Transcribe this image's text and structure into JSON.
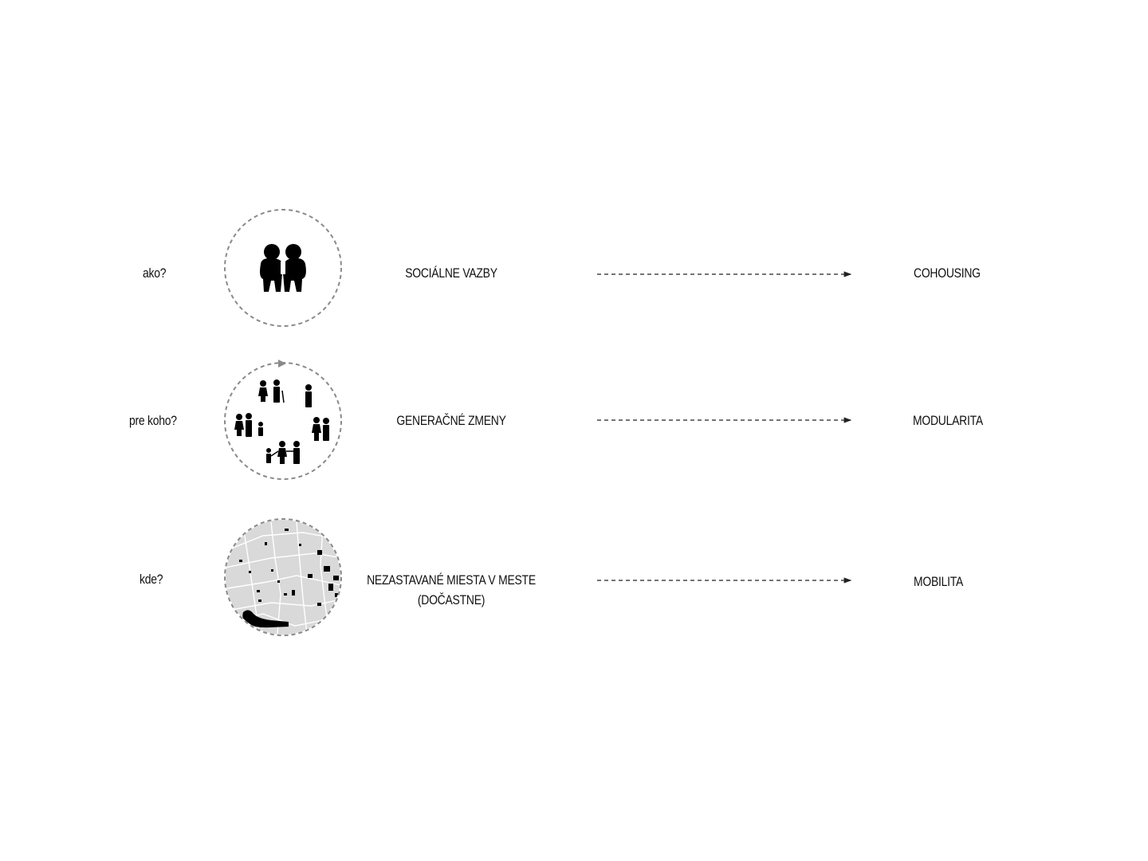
{
  "rows": [
    {
      "question": "ako?",
      "concept": "SOCIÁLNE VAZBY",
      "concept_line2": "",
      "result": "COHOUSING",
      "icon": "two-people-icon"
    },
    {
      "question": "pre koho?",
      "concept": "GENERAČNÉ ZMENY",
      "concept_line2": "",
      "result": "MODULARITA",
      "icon": "generation-cycle-icon"
    },
    {
      "question": "kde?",
      "concept": "NEZASTAVANÉ MIESTA V MESTE",
      "concept_line2": "(DOČASTNE)",
      "result": "MOBILITA",
      "icon": "city-map-icon"
    }
  ],
  "colors": {
    "text": "#111111",
    "dashed_circle": "#8a8a8a",
    "arrow": "#222222",
    "map_fill": "#d9d9d9",
    "icon": "#000000"
  }
}
